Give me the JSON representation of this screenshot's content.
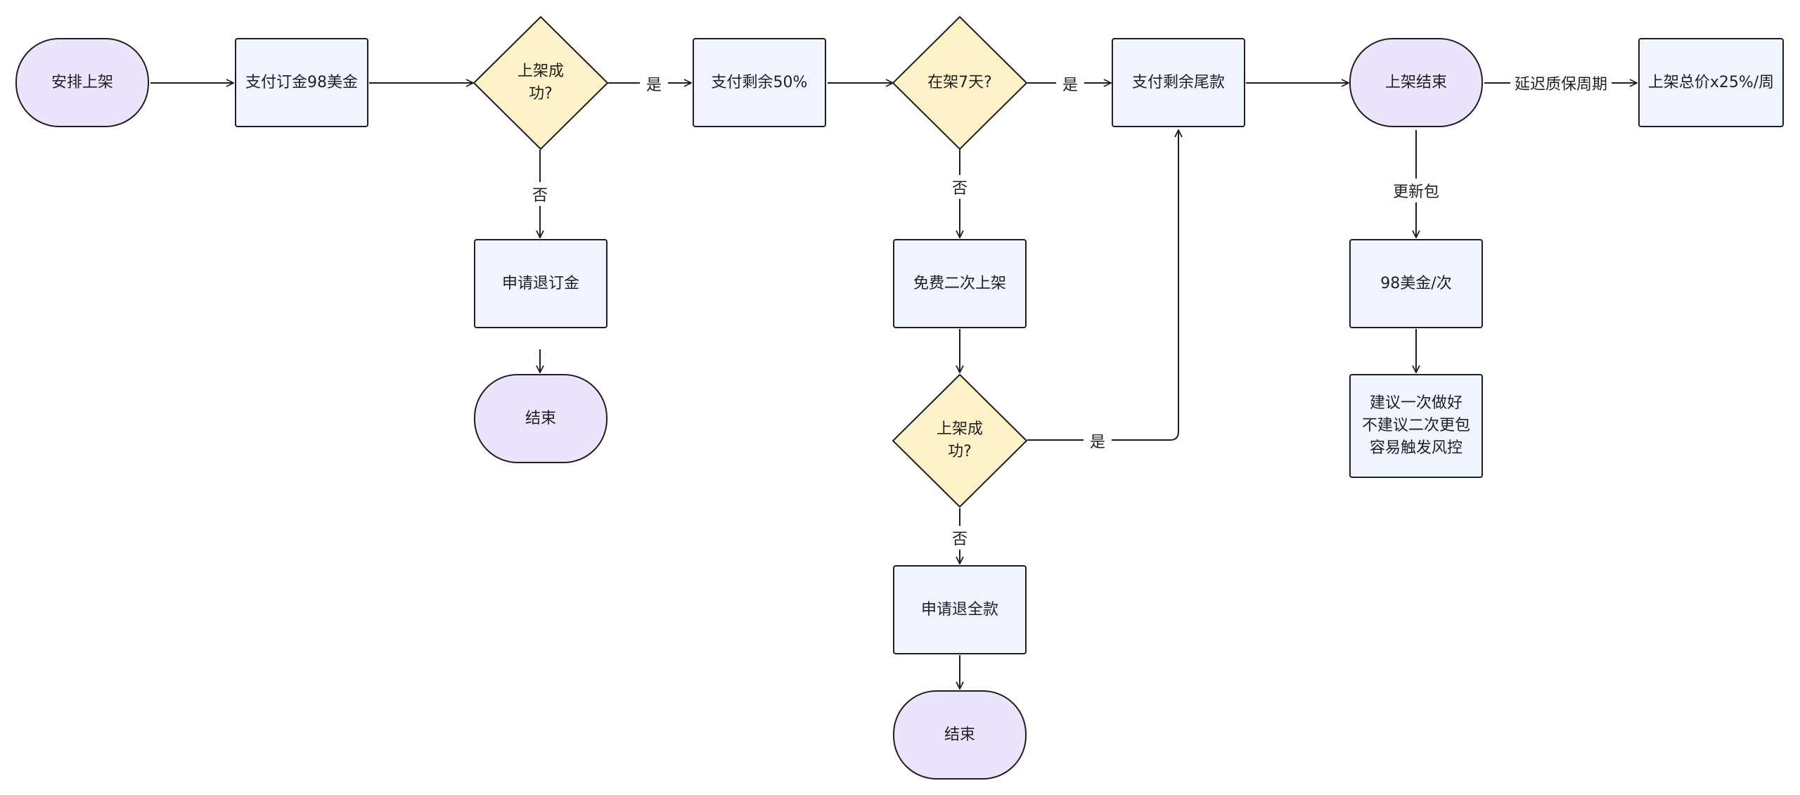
{
  "nodes": {
    "arrange_listing": "安排上架",
    "pay_deposit": "支付订金98美金",
    "decision_listing_success_1": "上架成\n功?",
    "pay_remaining_50": "支付剩余50%",
    "decision_on_shelf_7days": "在架7天?",
    "pay_remaining_balance": "支付剩余尾款",
    "listing_end": "上架结束",
    "total_price_rate": "上架总价x25%/周",
    "apply_refund_deposit": "申请退订金",
    "end_1": "结束",
    "free_relisting": "免费二次上架",
    "decision_listing_success_2": "上架成\n功?",
    "apply_full_refund": "申请退全款",
    "end_2": "结束",
    "price_per_update": "98美金/次",
    "advice_note": "建议一次做好\n不建议二次更包\n容易触发风控"
  },
  "edge_labels": {
    "yes_1": "是",
    "yes_2": "是",
    "yes_3": "是",
    "no_1": "否",
    "no_2": "否",
    "no_3": "否",
    "extend_warranty": "延迟质保周期",
    "update_package": "更新包"
  },
  "colors": {
    "process_fill": "#f0f4ff",
    "terminal_fill": "#ebe4fc",
    "decision_fill": "#fdf1c8",
    "stroke": "#1f1f1f"
  }
}
